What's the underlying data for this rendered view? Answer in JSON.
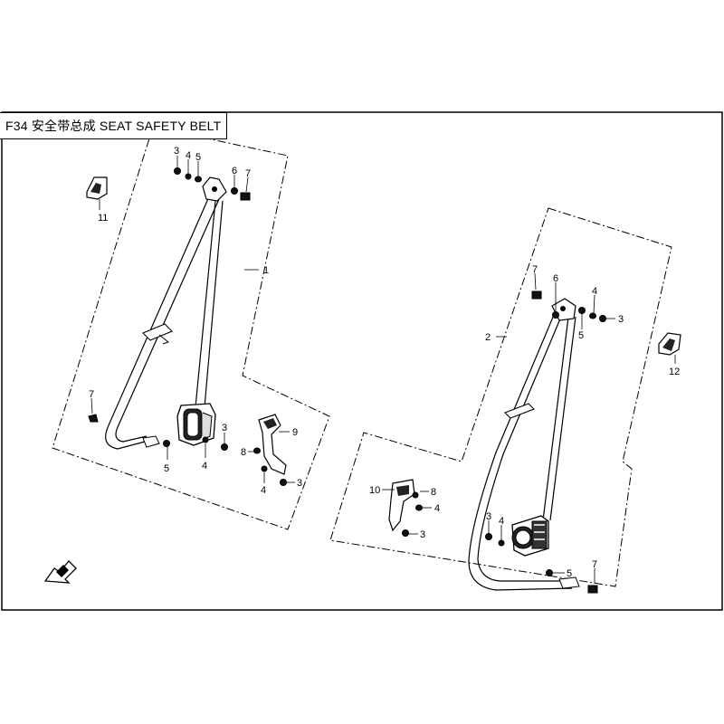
{
  "diagram": {
    "title": {
      "code": "F34",
      "chinese": "安全带总成",
      "english": "SEAT SAFETY BELT"
    },
    "left_assembly": {
      "callouts": [
        "1",
        "3",
        "4",
        "5",
        "6",
        "7",
        "7",
        "5",
        "4",
        "3",
        "8",
        "4",
        "3",
        "9"
      ]
    },
    "right_assembly": {
      "callouts": [
        "2",
        "7",
        "6",
        "4",
        "3",
        "5",
        "10",
        "8",
        "4",
        "3",
        "3",
        "4",
        "5",
        "7"
      ]
    },
    "loose_parts": {
      "part_11": "11",
      "part_12": "12"
    },
    "front_arrow_icon": "front-direction-arrow-icon"
  }
}
